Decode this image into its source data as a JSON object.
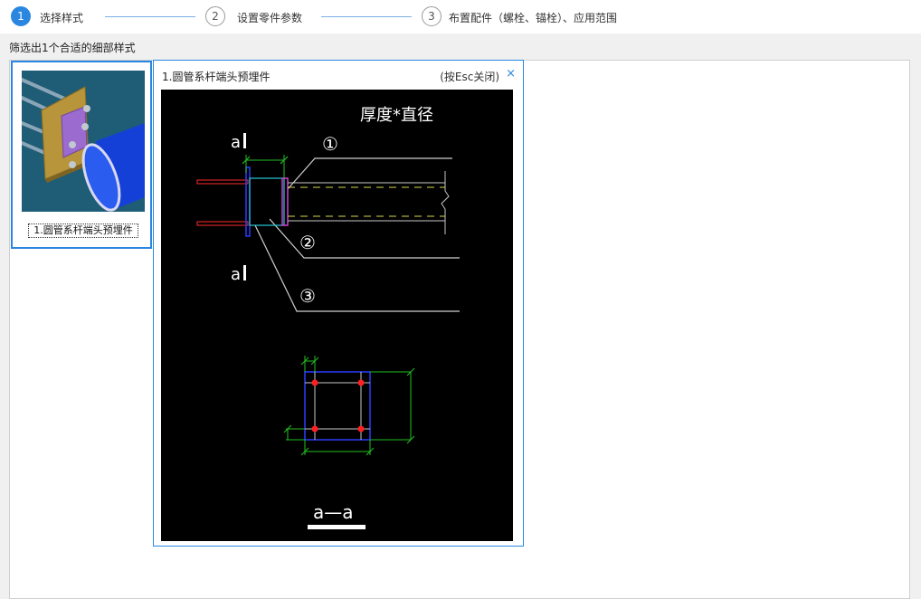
{
  "stepper": {
    "steps": [
      {
        "number": "1",
        "label": "选择样式",
        "active": true
      },
      {
        "number": "2",
        "label": "设置零件参数",
        "active": false
      },
      {
        "number": "3",
        "label": "布置配件（螺栓、锚栓）、应用范围",
        "active": false
      }
    ]
  },
  "filter_text": "筛选出1个合适的细部样式",
  "thumbnail": {
    "label": "1.圆管系杆端头预埋件"
  },
  "popup": {
    "title": "1.圆管系杆端头预埋件",
    "hint": "(按Esc关闭)",
    "close_glyph": "×",
    "drawing": {
      "heading": "厚度*直径",
      "callout_1": "①",
      "callout_2": "②",
      "callout_3": "③",
      "section_mark_top": "a",
      "section_mark_bottom": "a",
      "section_title": "a—a"
    }
  },
  "colors": {
    "accent": "#2b86e0",
    "drawing_background": "#000000"
  }
}
